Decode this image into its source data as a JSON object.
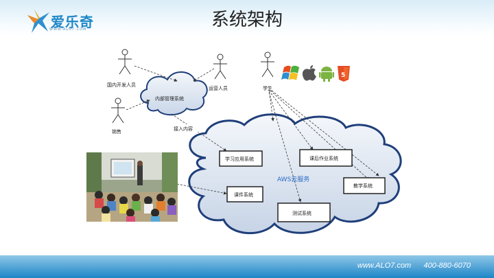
{
  "header": {
    "title": "系统架构",
    "logo_text": "爱乐奇",
    "logo_url": "WWW.ALO7.COM"
  },
  "diagram": {
    "actors": {
      "actor_a": "国内开发人员",
      "actor_b": "运营人员",
      "actor_c": "销售",
      "actor_d": "学生"
    },
    "internal_system": "内部管理系统",
    "internal_link": "接入内容",
    "cloud_label": "AWS云服务",
    "systems": {
      "learning": "学习应用系统",
      "homework": "课后作业系统",
      "course": "课件系统",
      "exam": "测试系统",
      "teaching": "教学系统"
    },
    "platform_icons": [
      "windows-icon",
      "apple-icon",
      "android-icon",
      "html5-icon"
    ]
  },
  "footer": {
    "website": "www.ALO7.com",
    "phone": "400-880-6070"
  }
}
